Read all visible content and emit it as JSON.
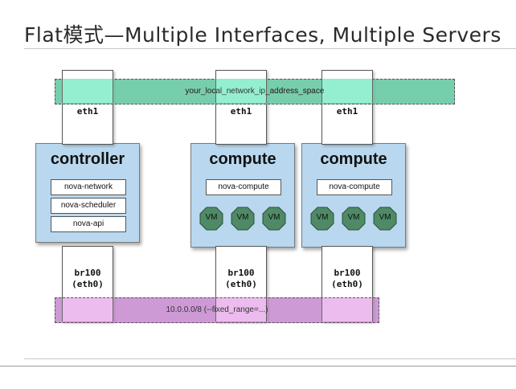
{
  "title": "Flat模式—Multiple Interfaces, Multiple Servers",
  "network_top": "your_local_network_ip_address_space",
  "network_bottom": "10.0.0.0/8 (--fixed_range=...)",
  "nodes": [
    {
      "title": "controller",
      "top_port": "eth1",
      "bottom_port_1": "br100",
      "bottom_port_2": "(eth0)",
      "services": [
        "nova-network",
        "nova-scheduler",
        "nova-api"
      ],
      "vms": []
    },
    {
      "title": "compute",
      "top_port": "eth1",
      "bottom_port_1": "br100",
      "bottom_port_2": "(eth0)",
      "services": [
        "nova-compute"
      ],
      "vms": [
        "VM",
        "VM",
        "VM"
      ]
    },
    {
      "title": "compute",
      "top_port": "eth1",
      "bottom_port_1": "br100",
      "bottom_port_2": "(eth0)",
      "services": [
        "nova-compute"
      ],
      "vms": [
        "VM",
        "VM",
        "VM"
      ]
    }
  ],
  "colors": {
    "node_fill": "#b9d8ef",
    "network_top": "#5fc59e",
    "network_bottom": "#be78c8",
    "vm_fill": "#4f8a66"
  }
}
